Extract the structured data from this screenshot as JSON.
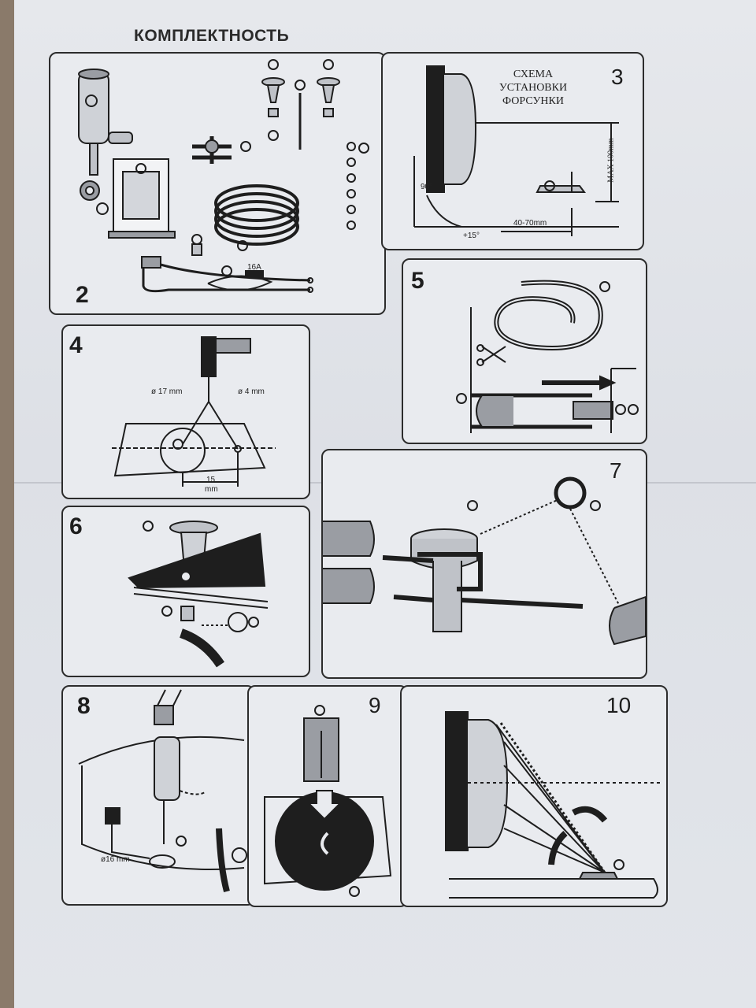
{
  "page": {
    "title": "КОМПЛЕКТНОСТЬ"
  },
  "panels": {
    "p2": {
      "number": "2",
      "fuse_label": "16A"
    },
    "p3": {
      "number": "3",
      "caption": [
        "СХЕМА",
        "УСТАНОВКИ",
        "ФОРСУНКИ"
      ],
      "max_label": "MAX 100mm",
      "angle_label": "90°",
      "tilt_label": "+15°",
      "distance_label": "40-70mm"
    },
    "p4": {
      "number": "4",
      "hole_large": "ø  17 mm",
      "hole_small": "ø 4   mm",
      "spacing_value": "15",
      "spacing_unit": "mm"
    },
    "p5": {
      "number": "5"
    },
    "p6": {
      "number": "6"
    },
    "p7": {
      "number": "7"
    },
    "p8": {
      "number": "8",
      "hole_label": "ø16 mm"
    },
    "p9": {
      "number": "9"
    },
    "p10": {
      "number": "10"
    }
  },
  "colors": {
    "ink": "#1e1e1e",
    "paper": "#e9ebef",
    "background": "#8a7a6a"
  }
}
